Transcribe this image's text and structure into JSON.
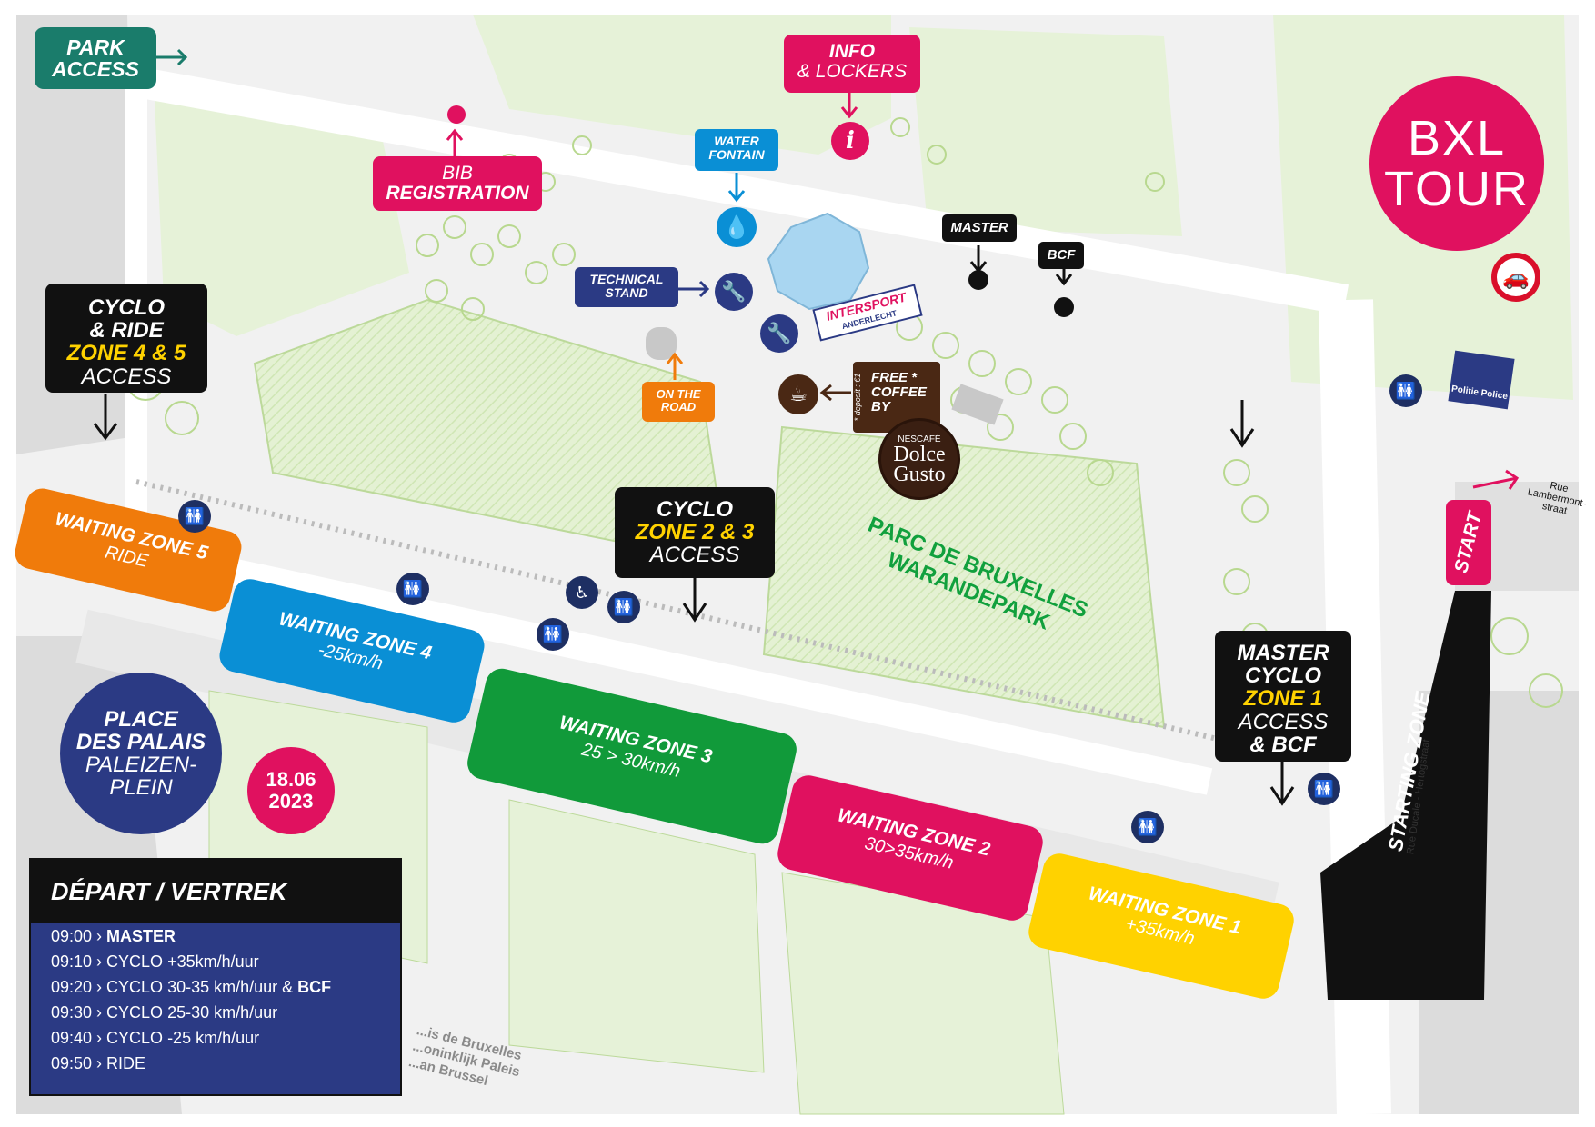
{
  "park_access": {
    "line1": "PARK",
    "line2": "ACCESS"
  },
  "info_lockers": {
    "line1": "INFO",
    "line2": "& LOCKERS",
    "icon": "info-icon"
  },
  "bib_registration": {
    "line1": "BIB",
    "line2": "REGISTRATION"
  },
  "water_fontain": {
    "line1": "WATER",
    "line2": "FONTAIN",
    "icon": "water-drop-icon"
  },
  "technical_stand": {
    "line1": "TECHNICAL",
    "line2": "STAND",
    "icon": "wrench-icon"
  },
  "on_the_road": {
    "line1": "ON THE",
    "line2": "ROAD"
  },
  "sponsor": {
    "name": "INTERSPORT",
    "sub": "ANDERLECHT"
  },
  "coffee": {
    "line1": "FREE *",
    "line2": "COFFEE",
    "line3": "BY",
    "deposit": "* deposit : €1",
    "brand_top": "NESCAFÉ",
    "brand_line1": "Dolce",
    "brand_line2": "Gusto",
    "icon": "coffee-cup-icon"
  },
  "master_tag": "MASTER",
  "bcf_tag": "BCF",
  "logo": {
    "line1": "BXL",
    "line2": "TOUR"
  },
  "police": "Politie Police",
  "street_lambermont": {
    "line1": "Rue",
    "line2": "Lambermont-",
    "line3": "straat"
  },
  "street_ducale": "Rue Ducale - Hertogstraat",
  "palace_text": {
    "line1": "...is de Bruxelles",
    "line2": "...oninklijk Paleis",
    "line3": "...an Brussel"
  },
  "access_45": {
    "line1": "CYCLO",
    "line2": "& RIDE",
    "line3": "ZONE 4 & 5",
    "line4": "ACCESS"
  },
  "access_23": {
    "line1": "CYCLO",
    "line2": "ZONE 2 & 3",
    "line3": "ACCESS"
  },
  "access_1": {
    "line1": "MASTER",
    "line2": "CYCLO",
    "line3": "ZONE 1",
    "line4": "ACCESS",
    "line5": "& BCF"
  },
  "park_name": {
    "line1": "PARC DE BRUXELLES",
    "line2": "WARANDEPARK"
  },
  "place": {
    "line1": "PLACE",
    "line2": "DES PALAIS",
    "line3": "PALEIZEN-",
    "line4": "PLEIN"
  },
  "date": {
    "line1": "18.06",
    "line2": "2023"
  },
  "start": "START",
  "starting_zone": "STARTING ZONE",
  "zones": [
    {
      "title": "WAITING ZONE 5",
      "sub": "RIDE",
      "color": "#f07b0b"
    },
    {
      "title": "WAITING ZONE 4",
      "sub": "-25km/h",
      "color": "#0a8fd5"
    },
    {
      "title": "WAITING ZONE 3",
      "sub": "25 > 30km/h",
      "color": "#119a3a"
    },
    {
      "title": "WAITING ZONE 2",
      "sub": "30>35km/h",
      "color": "#e0115f"
    },
    {
      "title": "WAITING ZONE  1",
      "sub": "+35km/h",
      "color": "#ffd200"
    }
  ],
  "departures": {
    "title": "DÉPART / VERTREK",
    "rows": [
      {
        "time": "09:00",
        "label": "MASTER"
      },
      {
        "time": "09:10",
        "label": "CYCLO +35km/h/uur"
      },
      {
        "time": "09:20",
        "label": "CYCLO 30-35 km/h/uur & ",
        "bold": "BCF"
      },
      {
        "time": "09:30",
        "label": "CYCLO 25-30 km/h/uur"
      },
      {
        "time": "09:40",
        "label": "CYCLO -25 km/h/uur"
      },
      {
        "time": "09:50",
        "label": "RIDE"
      }
    ]
  },
  "icons": {
    "toilet": "toilet-icon",
    "wheelchair": "wheelchair-icon",
    "no_car": "no-car-icon"
  },
  "colors": {
    "pink": "#e0115f",
    "teal": "#1a7c6b",
    "navy": "#2b3a84",
    "green_text": "#11a03d",
    "orange": "#f07b0b",
    "blue": "#0a8fd5",
    "yellow": "#ffd200",
    "black": "#111111",
    "coffee_brown": "#4a2814",
    "park_green": "#dceec7"
  }
}
